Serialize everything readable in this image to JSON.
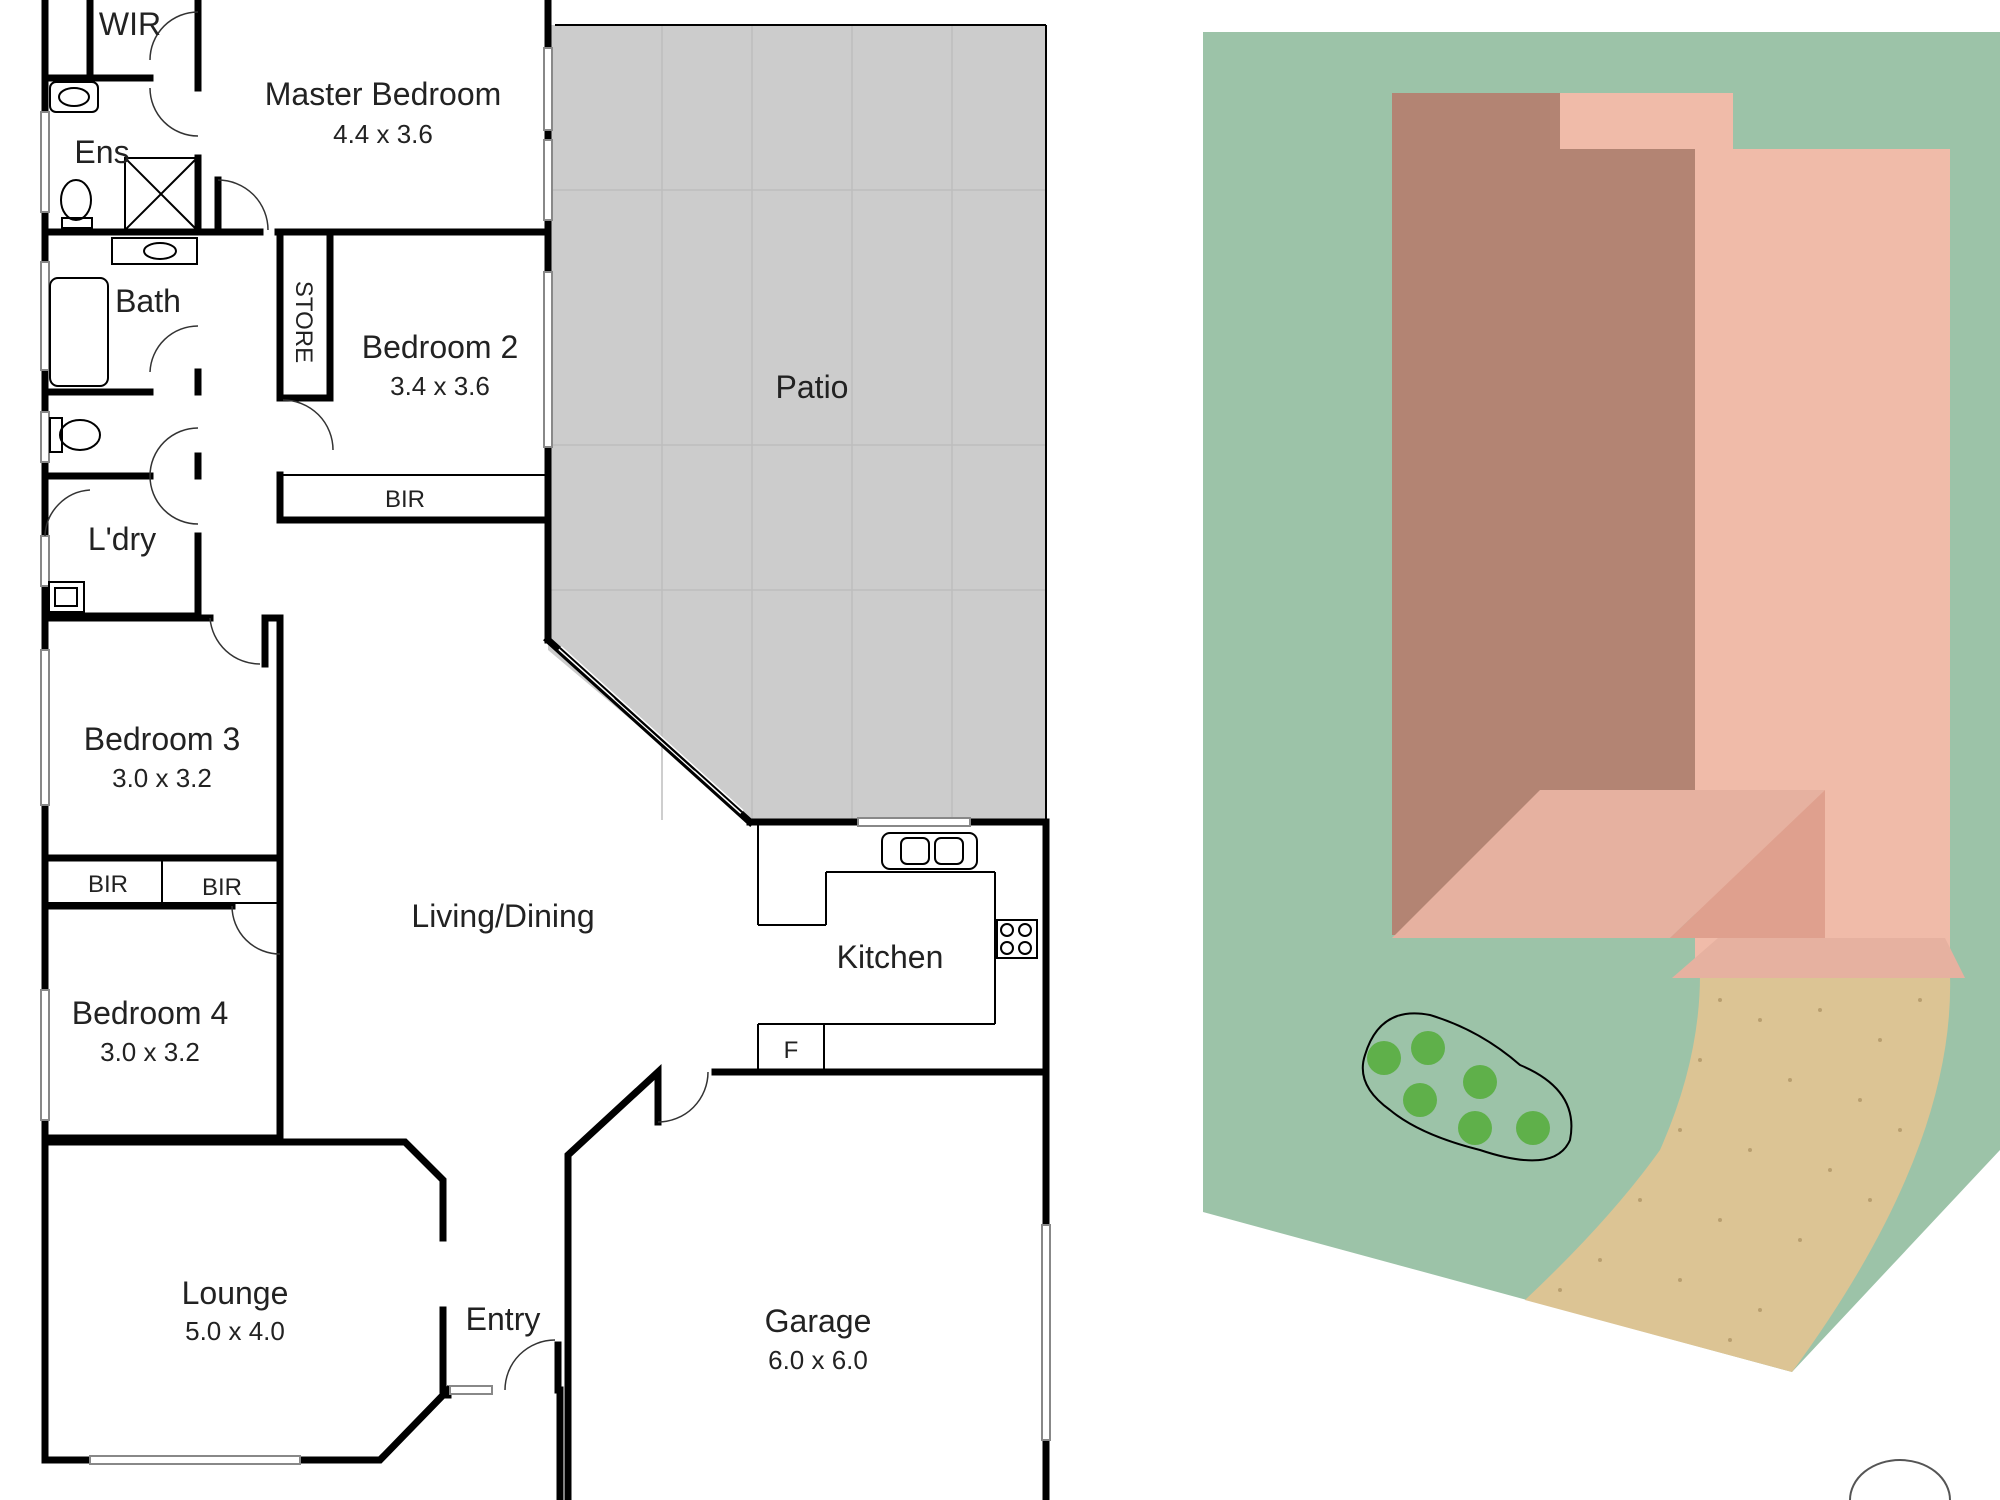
{
  "floorplan": {
    "rooms": {
      "wir": {
        "name": "WIR"
      },
      "master_bedroom": {
        "name": "Master Bedroom",
        "dims": "4.4 x 3.6"
      },
      "ens": {
        "name": "Ens"
      },
      "bath": {
        "name": "Bath"
      },
      "store": {
        "name": "STORE"
      },
      "bedroom2": {
        "name": "Bedroom 2",
        "dims": "3.4 x 3.6"
      },
      "bir_bed2": {
        "name": "BIR"
      },
      "patio": {
        "name": "Patio"
      },
      "laundry": {
        "name": "L'dry"
      },
      "bedroom3": {
        "name": "Bedroom 3",
        "dims": "3.0 x 3.2"
      },
      "bir_a": {
        "name": "BIR"
      },
      "bir_b": {
        "name": "BIR"
      },
      "living_dining": {
        "name": "Living/Dining"
      },
      "kitchen": {
        "name": "Kitchen"
      },
      "fridge": {
        "name": "F"
      },
      "bedroom4": {
        "name": "Bedroom 4",
        "dims": "3.0 x 3.2"
      },
      "lounge": {
        "name": "Lounge",
        "dims": "5.0 x 4.0"
      },
      "entry": {
        "name": "Entry"
      },
      "garage": {
        "name": "Garage",
        "dims": "6.0 x 6.0"
      }
    }
  },
  "site_plan": {
    "colors": {
      "lawn": "#9cc3a8",
      "roof_dark": "#b38473",
      "roof_light": "#f0bba9",
      "roof_mid": "#e6b1a0",
      "roof_shadow": "#dfa08e",
      "driveway": "#dcc494",
      "shrub": "#5fb04a"
    }
  }
}
